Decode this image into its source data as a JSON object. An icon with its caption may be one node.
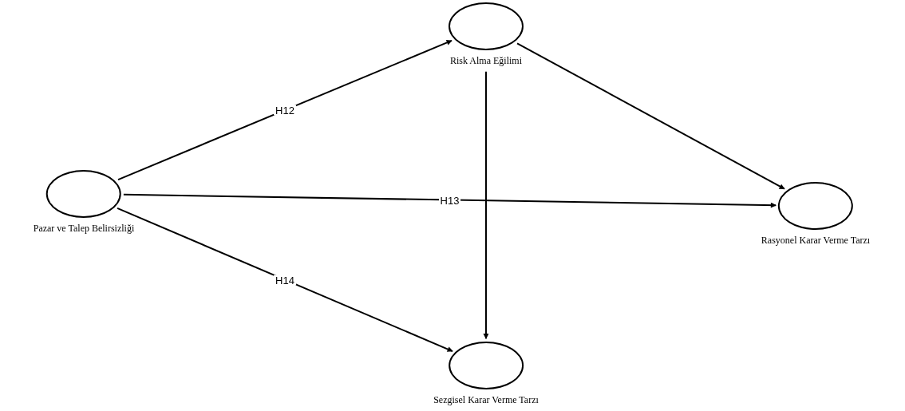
{
  "diagram": {
    "nodes": [
      {
        "text": [
          "Pazar ve Talep Belirsizliği"
        ]
      },
      {
        "text": [
          "Risk Alma Eğilimi"
        ]
      },
      {
        "text": [
          "Rasyonel Karar Verme Tarzı"
        ]
      },
      {
        "text": [
          "Sezgisel Karar Verme Tarzı"
        ]
      }
    ],
    "edges": [
      {
        "from": 0,
        "to": 1,
        "arrow": "to",
        "label": "H12"
      },
      {
        "from": 0,
        "to": 2,
        "arrow": "to",
        "label": "H13"
      },
      {
        "from": 0,
        "to": 3,
        "arrow": "to",
        "label": "H14"
      },
      {
        "from": 1,
        "to": 2,
        "arrow": "to"
      },
      {
        "from": 1,
        "to": 3,
        "arrow": "to"
      }
    ]
  }
}
